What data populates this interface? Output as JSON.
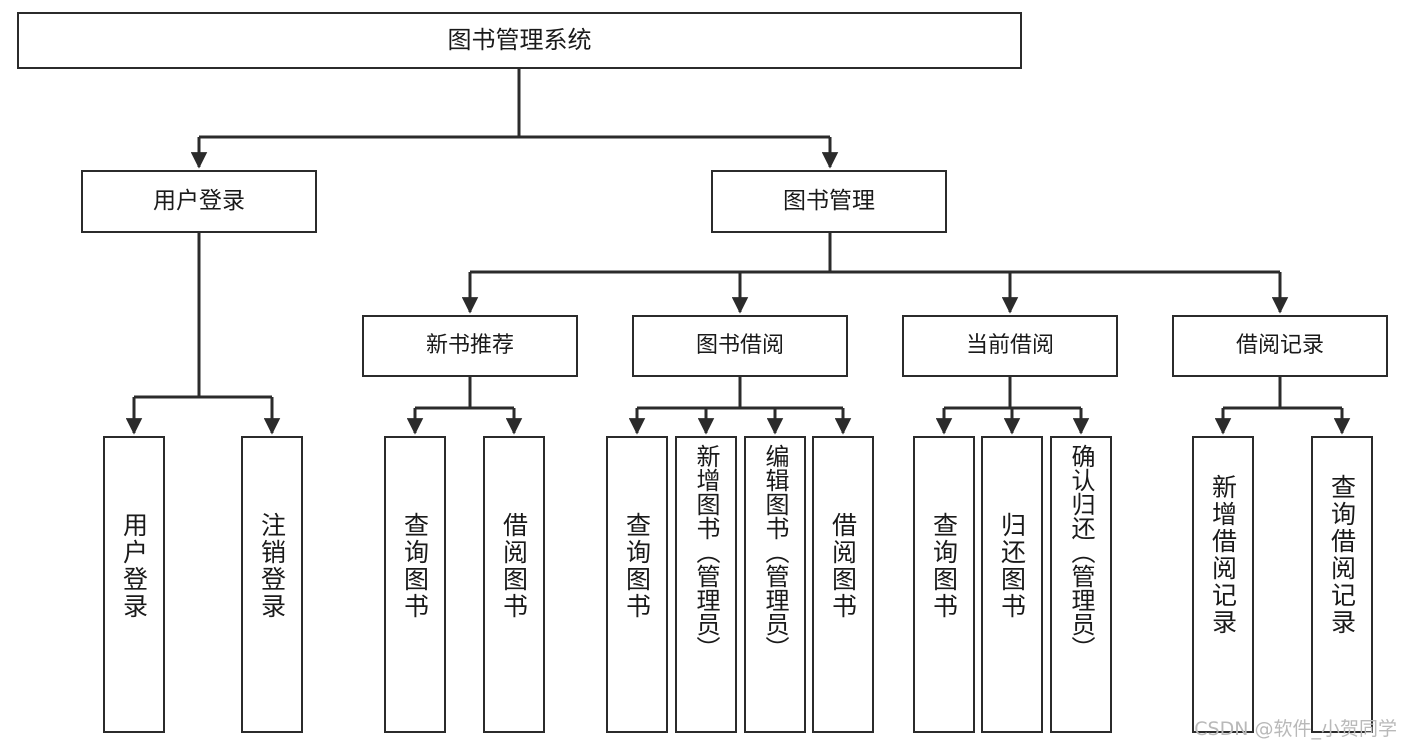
{
  "diagram": {
    "title": "图书管理系统",
    "type": "tree-hierarchy",
    "watermark": "CSDN @软件_小贺同学",
    "colors": {
      "border": "#2b2b2b",
      "background": "#ffffff",
      "text": "#1a1a1a",
      "edge": "#2b2b2b",
      "watermark": "#b9b9b9"
    },
    "root": {
      "label": "图书管理系统"
    },
    "level1": [
      {
        "label": "用户登录"
      },
      {
        "label": "图书管理"
      }
    ],
    "level2": [
      {
        "label": "新书推荐"
      },
      {
        "label": "图书借阅"
      },
      {
        "label": "当前借阅"
      },
      {
        "label": "借阅记录"
      }
    ],
    "leaves": {
      "user_login": [
        {
          "label": "用户登录"
        },
        {
          "label": "注销登录"
        }
      ],
      "new_book_recommend": [
        {
          "label": "查询图书"
        },
        {
          "label": "借阅图书"
        }
      ],
      "book_borrow": [
        {
          "label": "查询图书"
        },
        {
          "label": "新增图书（管理员）"
        },
        {
          "label": "编辑图书（管理员）"
        },
        {
          "label": "借阅图书"
        }
      ],
      "current_borrow": [
        {
          "label": "查询图书"
        },
        {
          "label": "归还图书"
        },
        {
          "label": "确认归还（管理员）"
        }
      ],
      "borrow_record": [
        {
          "label": "新增借阅记录"
        },
        {
          "label": "查询借阅记录"
        }
      ]
    }
  }
}
